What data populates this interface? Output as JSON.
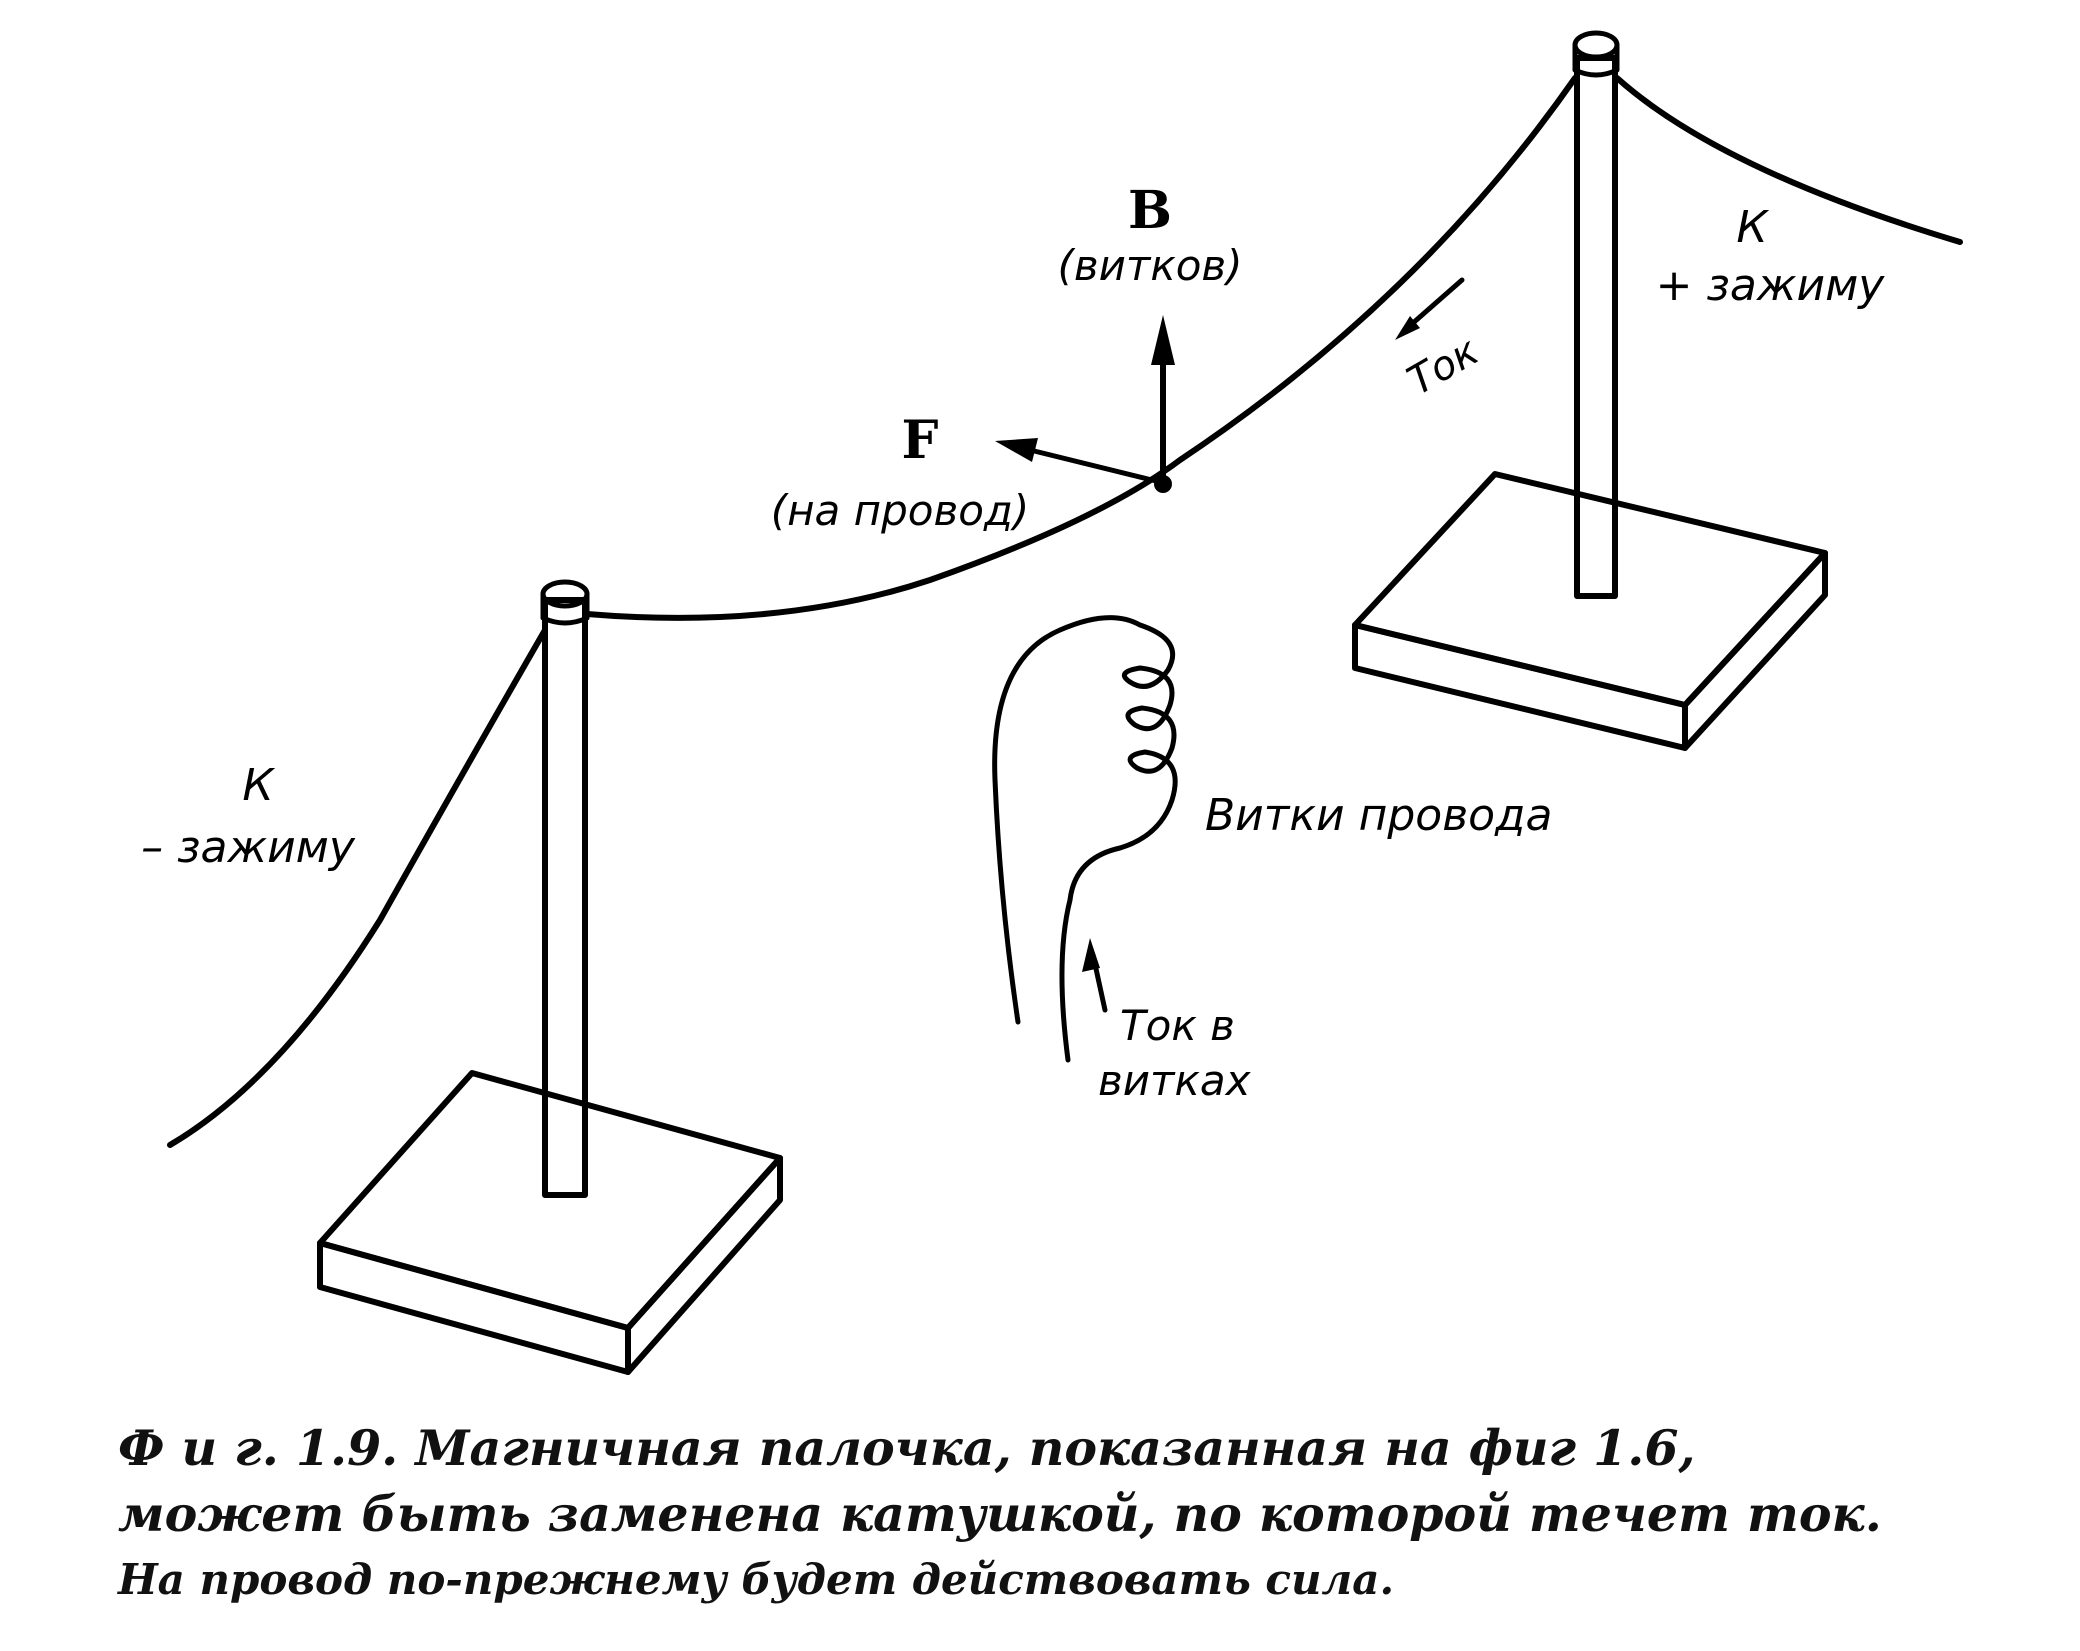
{
  "labels": {
    "b_vector": "B",
    "b_subtitle": "(витков)",
    "f_vector": "F",
    "f_subtitle": "(на провод)",
    "current": "Ток",
    "right_terminal_k": "К",
    "right_terminal_sign": "+ зажиму",
    "left_terminal_k": "К",
    "left_terminal_sign": "– зажиму",
    "coil": "Витки провода",
    "coil_current_line1": "Ток в",
    "coil_current_line2": "витках"
  },
  "caption": {
    "line1": "Ф и г. 1.9. Магничная палочка, показанная на фиг 1.6,",
    "line2": "может быть заменена катушкой, по которой течет ток.",
    "line3": "На провод по-прежнему будет действовать сила."
  }
}
